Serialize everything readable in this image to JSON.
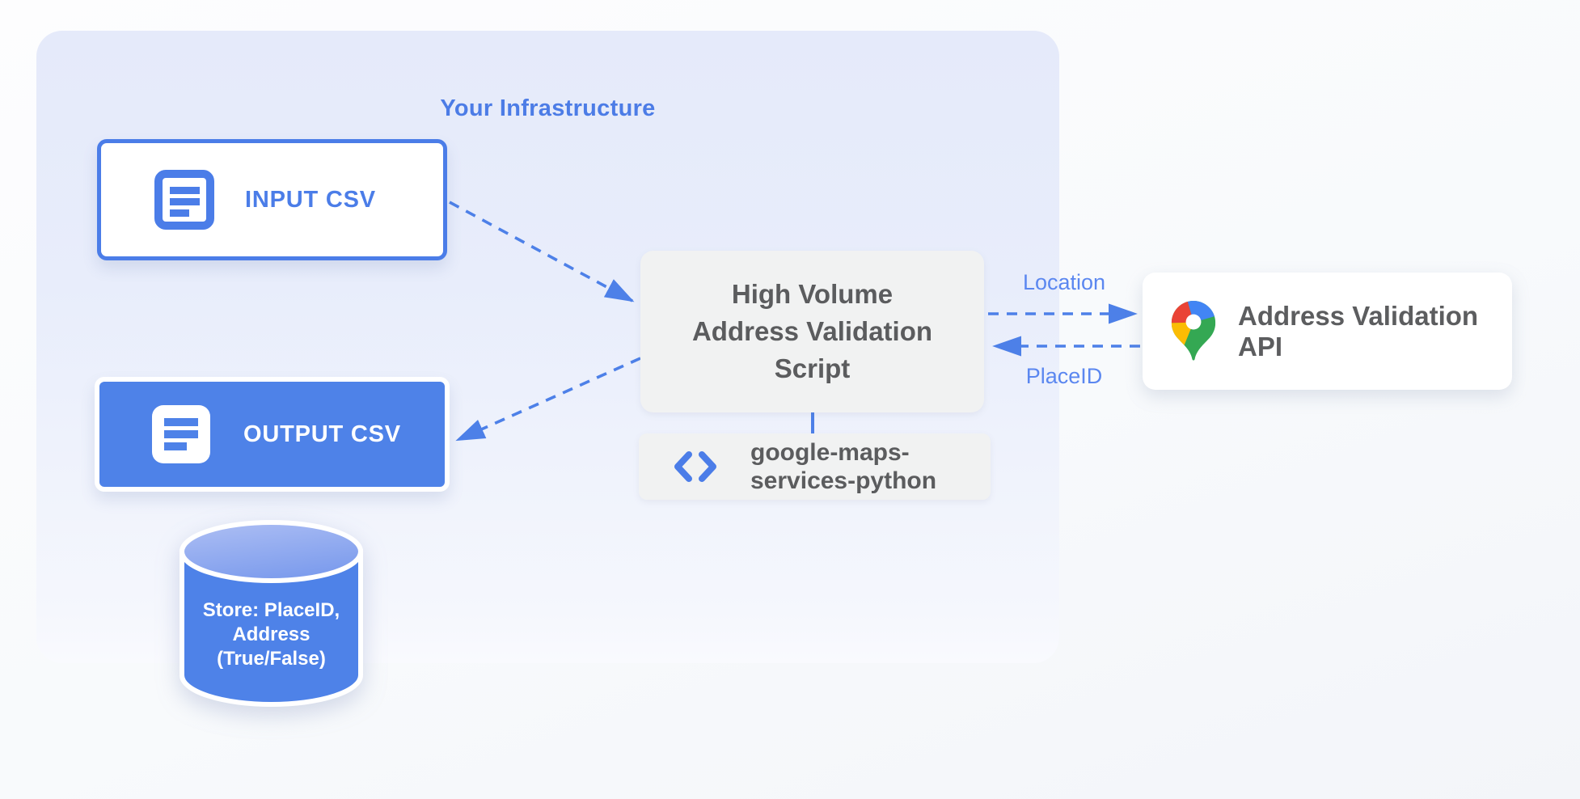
{
  "infrastructure": {
    "label": "Your Infrastructure"
  },
  "input_csv": {
    "label": "INPUT CSV",
    "icon": "document-icon"
  },
  "output_csv": {
    "label": "OUTPUT CSV",
    "icon": "document-icon"
  },
  "datastore": {
    "icon": "database-cylinder-icon",
    "lines": [
      "Store: PlaceID,",
      "Address",
      "(True/False)"
    ]
  },
  "script": {
    "lines": [
      "High Volume",
      "Address Validation",
      "Script"
    ]
  },
  "library": {
    "icon": "code-icon",
    "lines": [
      "google-maps-",
      "services-python"
    ]
  },
  "api": {
    "label": "Address Validation API",
    "icon": "google-maps-pin-icon"
  },
  "arrows": {
    "location_label": "Location",
    "placeid_label": "PlaceID",
    "style": "dashed-blue"
  },
  "colors": {
    "accent_blue": "#4e82e8",
    "accent_blue_text": "#4b7de8",
    "label_blue": "#5b87f0",
    "container_blue": "#e6ebfa",
    "box_gray": "#f1f2f2",
    "text_gray": "#5b5c5e",
    "pin_blue": "#4285F4",
    "pin_red": "#EA4335",
    "pin_yellow": "#FBBC04",
    "pin_green": "#34A853"
  }
}
